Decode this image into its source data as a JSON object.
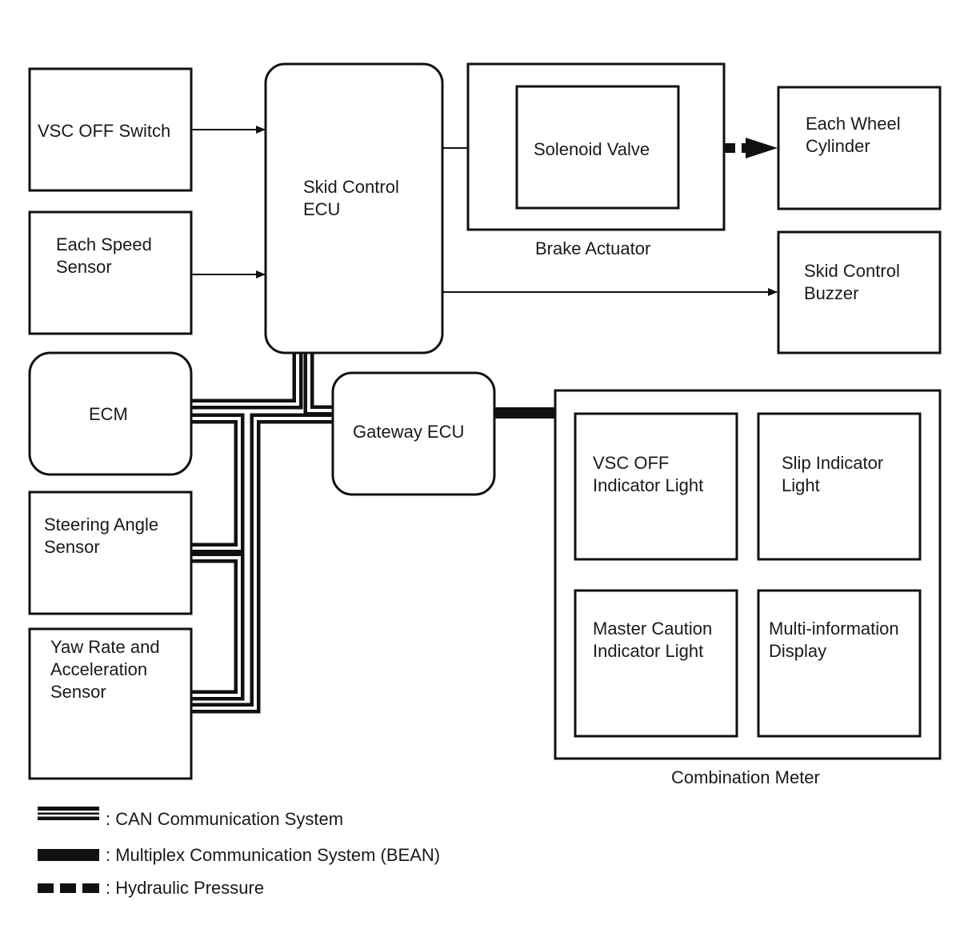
{
  "boxes": {
    "vsc_off_switch": [
      "VSC OFF Switch"
    ],
    "each_speed_sensor": [
      "Each Speed",
      "Sensor"
    ],
    "ecm": [
      "ECM"
    ],
    "steering_angle_sensor": [
      "Steering Angle",
      "Sensor"
    ],
    "yaw_rate_sensor": [
      "Yaw Rate and",
      "Acceleration",
      "Sensor"
    ],
    "skid_control_ecu": [
      "Skid Control",
      "ECU"
    ],
    "gateway_ecu": [
      "Gateway ECU"
    ],
    "solenoid_valve": [
      "Solenoid Valve"
    ],
    "brake_actuator": [
      "Brake Actuator"
    ],
    "each_wheel_cylinder": [
      "Each Wheel",
      "Cylinder"
    ],
    "skid_control_buzzer": [
      "Skid Control",
      "Buzzer"
    ],
    "combination_meter": [
      "Combination Meter"
    ],
    "vsc_off_indicator": [
      "VSC OFF",
      "Indicator Light"
    ],
    "slip_indicator": [
      "Slip Indicator",
      "Light"
    ],
    "master_caution": [
      "Master Caution",
      "Indicator Light"
    ],
    "multi_info_display": [
      "Multi-information",
      "Display"
    ]
  },
  "legend": {
    "can": ": CAN Communication System",
    "bean": ": Multiplex Communication System (BEAN)",
    "hydraulic": ": Hydraulic Pressure"
  }
}
